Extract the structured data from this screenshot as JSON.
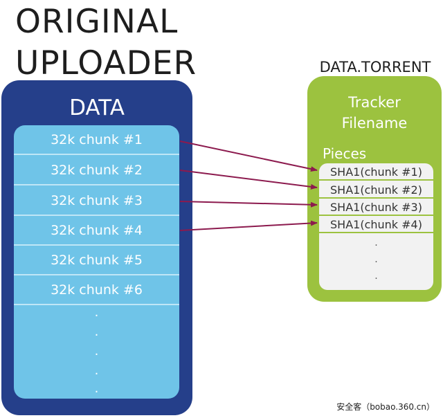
{
  "uploader": {
    "title_line1": "ORIGINAL",
    "title_line2": "UPLOADER",
    "data_heading": "DATA",
    "chunks": [
      "32k chunk #1",
      "32k chunk #2",
      "32k chunk #3",
      "32k chunk #4",
      "32k chunk #5",
      "32k chunk #6"
    ],
    "more_dots": [
      ".",
      ".",
      ".",
      ".",
      "."
    ]
  },
  "torrent": {
    "title": "DATA.TORRENT",
    "tracker": "Tracker",
    "filename": "Filename",
    "pieces_label": "Pieces",
    "pieces": [
      "SHA1(chunk #1)",
      "SHA1(chunk #2)",
      "SHA1(chunk #3)",
      "SHA1(chunk #4)"
    ],
    "more_dots": [
      ".",
      ".",
      "."
    ]
  },
  "colors": {
    "uploader_box": "#253f8a",
    "chunk_panel": "#6fc4e8",
    "torrent_box": "#9cc23f",
    "pieces_panel": "#f2f2f2",
    "arrow": "#8c1a4e"
  },
  "watermark": "安全客（bobao.360.cn）"
}
